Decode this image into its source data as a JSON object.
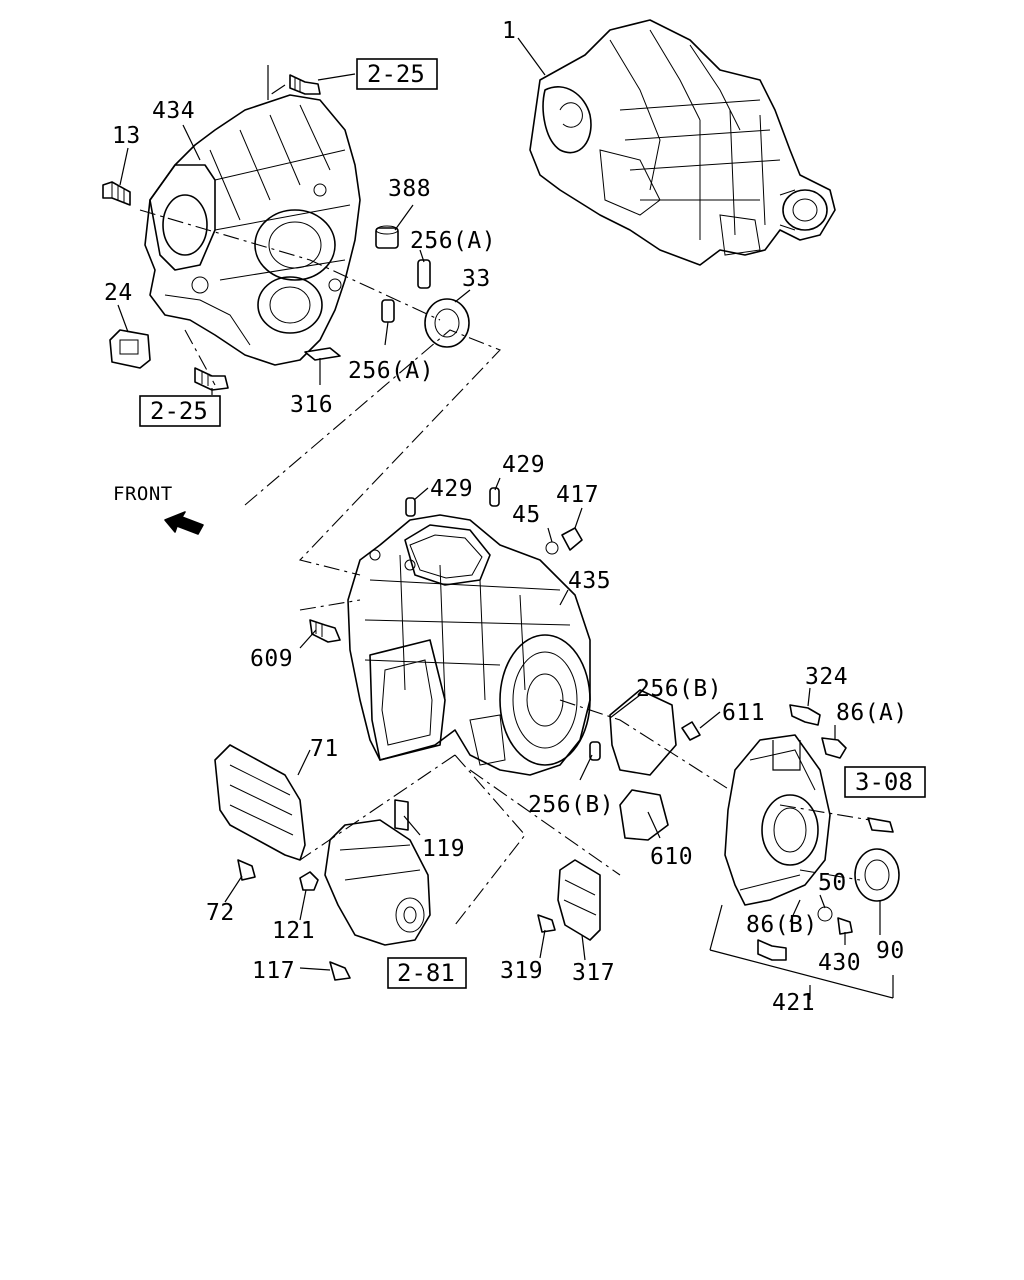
{
  "labels": {
    "l1": "1",
    "l434": "434",
    "l13": "13",
    "l388": "388",
    "l256a_top": "256(A)",
    "l33": "33",
    "l24": "24",
    "l256a_bot": "256(A)",
    "l316": "316",
    "front": "FRONT",
    "l429a": "429",
    "l429b": "429",
    "l45": "45",
    "l417": "417",
    "l435": "435",
    "l609": "609",
    "l256b_top": "256(B)",
    "l611": "611",
    "l324": "324",
    "l86a": "86(A)",
    "l71": "71",
    "l256b_bot": "256(B)",
    "l610": "610",
    "l119": "119",
    "l50": "50",
    "l72": "72",
    "l121": "121",
    "l86b": "86(B)",
    "l430": "430",
    "l90": "90",
    "l117": "117",
    "l319": "319",
    "l317": "317",
    "l421": "421"
  },
  "refs": {
    "r225_top": "2-25",
    "r225_bot": "2-25",
    "r308": "3-08",
    "r281": "2-81"
  }
}
